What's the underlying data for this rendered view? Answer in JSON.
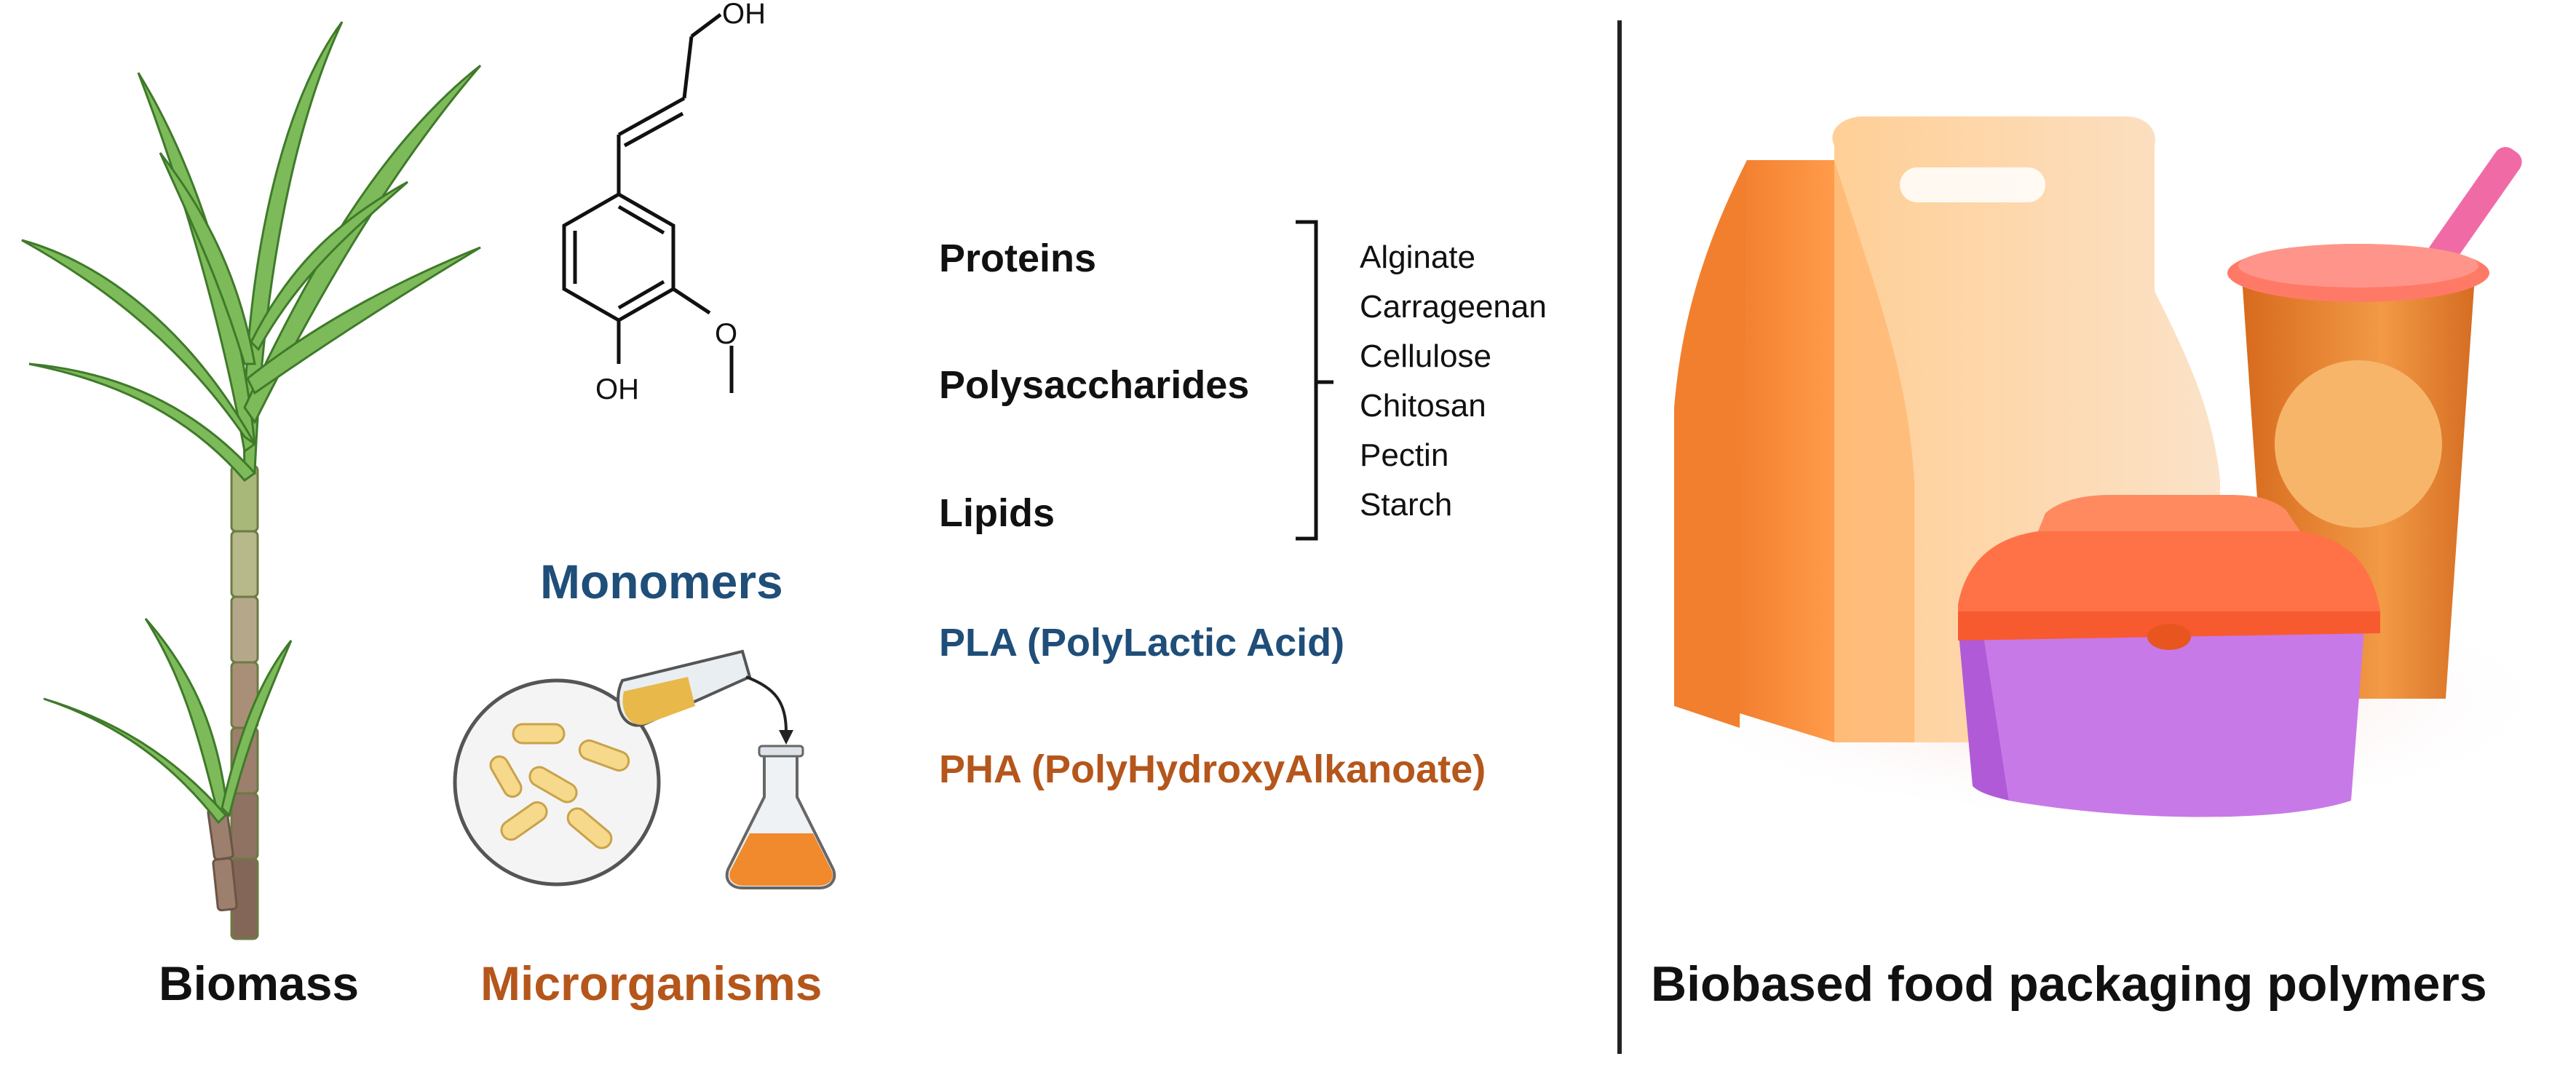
{
  "labels": {
    "biomass": "Biomass",
    "monomers": "Monomers",
    "microorganisms": "Microrganisms",
    "proteins": "Proteins",
    "polysaccharides": "Polysaccharides",
    "lipids": "Lipids",
    "pla": "PLA (PolyLactic Acid)",
    "pha": "PHA (PolyHydroxyAlkanoate)",
    "packaging_title": "Biobased food packaging polymers"
  },
  "molecule": {
    "oh_top": "OH",
    "oh_bottom": "OH",
    "methoxy_o": "O"
  },
  "polysaccharide_list": [
    "Alginate",
    "Carrageenan",
    "Cellulose",
    "Chitosan",
    "Pectin",
    "Starch"
  ],
  "colors": {
    "monomers": "#1f4e79",
    "pla": "#1f4e79",
    "microorganisms": "#b5561b",
    "pha": "#b5561b",
    "text": "#111111",
    "plant_leaf": "#6aa84f",
    "divider": "#222222"
  }
}
